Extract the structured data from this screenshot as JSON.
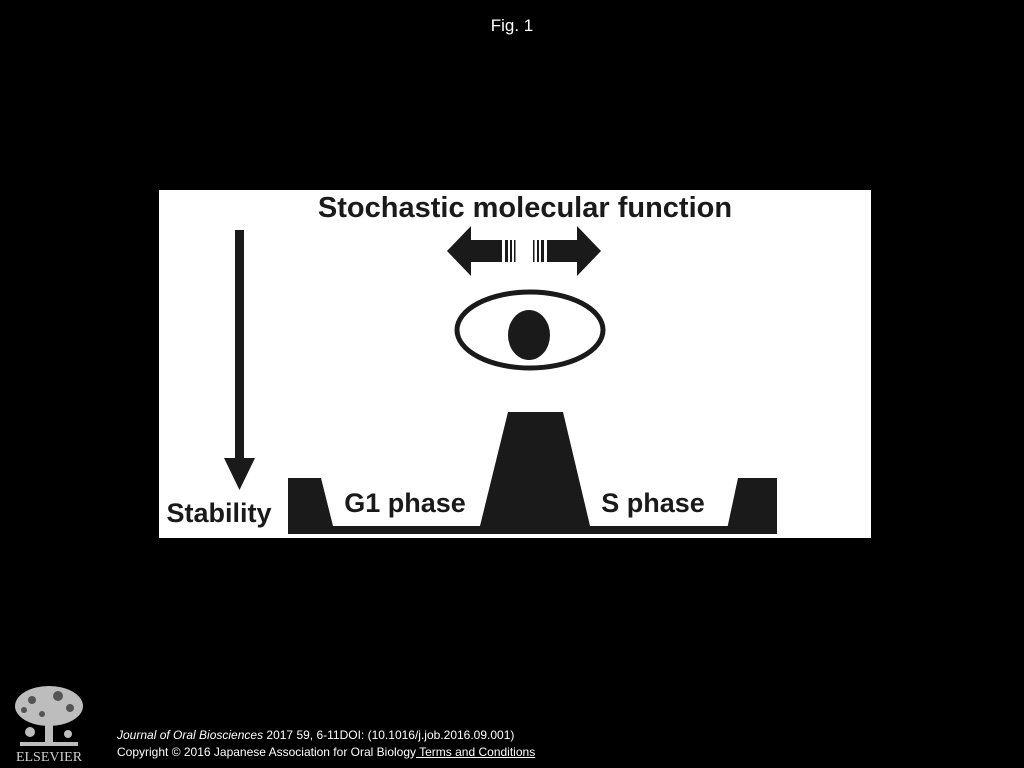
{
  "figure_label": "Fig. 1",
  "diagram": {
    "title": "Stochastic molecular function",
    "left_label": "Stability",
    "phase_left_label": "G1 phase",
    "phase_right_label": "S phase"
  },
  "footer": {
    "journal_name": "Journal of Oral Biosciences",
    "citation_rest": " 2017 59, 6-11DOI: (10.1016/j.job.2016.09.001)",
    "copyright": "Copyright © 2016 Japanese Association for Oral Biology",
    "terms_link": " Terms and Conditions",
    "publisher_logo_text": "ELSEVIER"
  },
  "colors": {
    "background": "#000000",
    "panel": "#ffffff",
    "ink": "#1a1a1a"
  }
}
